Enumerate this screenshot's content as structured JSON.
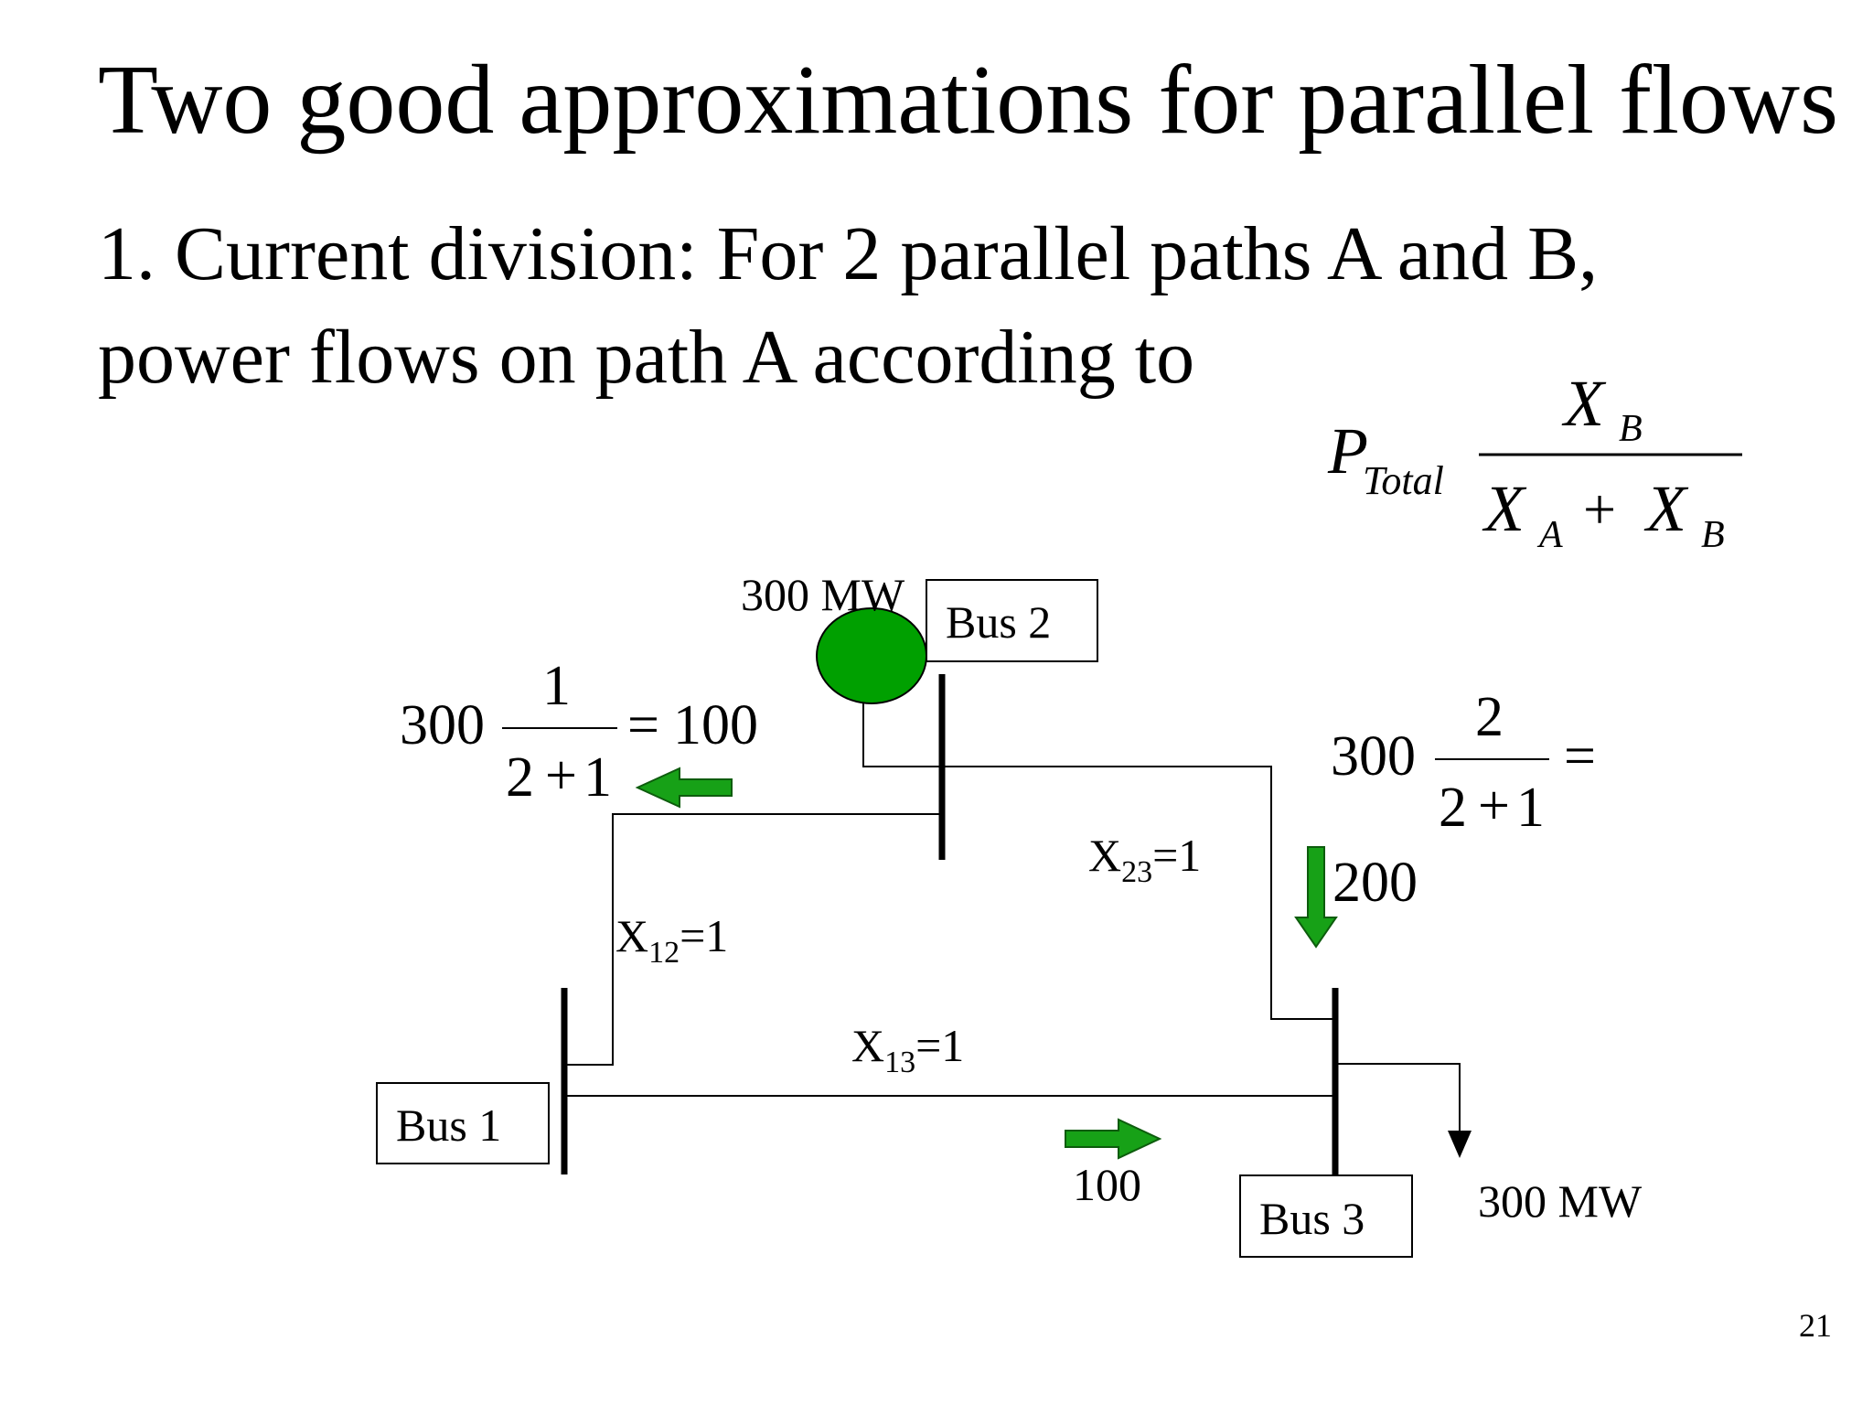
{
  "slide": {
    "title": "Two good approximations for parallel flows",
    "body_line1": "1. Current division: For 2 parallel paths A and B,",
    "body_line2": "power flows on path A according to",
    "page_number": "21"
  },
  "formula": {
    "p": "P",
    "p_sub": "Total",
    "numerator": "X",
    "numerator_sub": "B",
    "den_xa": "X",
    "den_xa_sub": "A",
    "den_plus": "+",
    "den_xb": "X",
    "den_xb_sub": "B"
  },
  "diagram": {
    "generator_label": "300 MW",
    "bus1_label": "Bus 1",
    "bus2_label": "Bus 2",
    "bus3_label": "Bus 3",
    "load_label": "300 MW",
    "x12": {
      "base": "X",
      "sub": "12",
      "value": "=1"
    },
    "x13": {
      "base": "X",
      "sub": "13",
      "value": "=1"
    },
    "x23": {
      "base": "X",
      "sub": "23",
      "value": "=1"
    },
    "flow_12_value": "100",
    "flow_13_value": "100",
    "flow_23_value": "200",
    "generator_color": "#00a000",
    "arrow_color": "#17a117"
  },
  "calc_left": {
    "coef": "300",
    "numerator": "1",
    "den_a": "2",
    "den_plus": "+",
    "den_b": "1",
    "equals": "=",
    "result": "100"
  },
  "calc_right": {
    "coef": "300",
    "numerator": "2",
    "den_a": "2",
    "den_plus": "+",
    "den_b": "1",
    "equals": "="
  }
}
